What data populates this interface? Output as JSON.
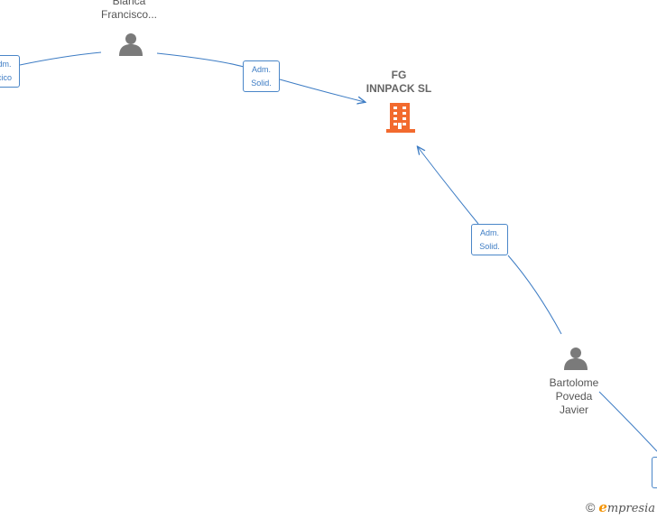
{
  "company": {
    "line1": "FG",
    "line2": "INNPACK  SL",
    "icon": "building-icon",
    "color": "#f26a2e"
  },
  "people": [
    {
      "id": "blanca",
      "line1": "Blanca",
      "line2": "Francisco...",
      "icon": "person-icon"
    },
    {
      "id": "bartolome",
      "line1": "Bartolome",
      "line2": "Poveda",
      "line3": "Javier",
      "icon": "person-icon"
    }
  ],
  "edges": [
    {
      "id": "edge-left",
      "line1": "dm.",
      "line2": "cico"
    },
    {
      "id": "edge-blanca",
      "line1": "Adm.",
      "line2": "Solid."
    },
    {
      "id": "edge-bartolome",
      "line1": "Adm.",
      "line2": "Solid."
    }
  ],
  "colors": {
    "edge": "#3d7cc4",
    "person": "#7a7a7a"
  },
  "watermark": {
    "symbol": "©",
    "brand_first": "e",
    "brand_rest": "mpresia"
  }
}
